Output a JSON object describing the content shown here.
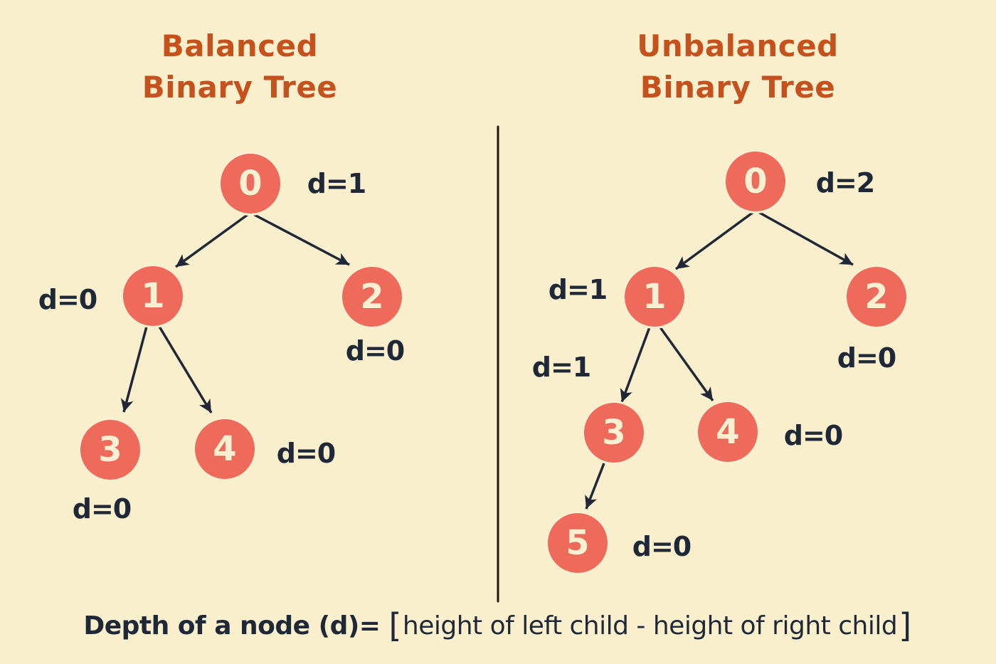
{
  "colors": {
    "background": "#FAEFCD",
    "node_fill": "#EE6A5A",
    "node_border": "#F9EFD1",
    "node_text": "#F9EFD1",
    "label_text": "#1E2836",
    "title_text": "#C5511C",
    "arrow": "#1E2836",
    "divider": "#2F0E0A"
  },
  "trees": [
    {
      "name": "balanced",
      "title_line1": "Balanced",
      "title_line2": "Binary Tree",
      "nodes": [
        {
          "value": "0",
          "depth": "d=1"
        },
        {
          "value": "1",
          "depth": "d=0"
        },
        {
          "value": "2",
          "depth": "d=0"
        },
        {
          "value": "3",
          "depth": "d=0"
        },
        {
          "value": "4",
          "depth": "d=0"
        }
      ],
      "edges": [
        "0→1",
        "0→2",
        "1→3",
        "1→4"
      ]
    },
    {
      "name": "unbalanced",
      "title_line1": "Unbalanced",
      "title_line2": "Binary Tree",
      "nodes": [
        {
          "value": "0",
          "depth": "d=2"
        },
        {
          "value": "1",
          "depth": "d=1"
        },
        {
          "value": "2",
          "depth": "d=0"
        },
        {
          "value": "3",
          "depth": "d=1"
        },
        {
          "value": "4",
          "depth": "d=0"
        },
        {
          "value": "5",
          "depth": "d=0"
        }
      ],
      "edges": [
        "0→1",
        "0→2",
        "1→3",
        "1→4",
        "3→5"
      ]
    }
  ],
  "formula": {
    "lhs": "Depth of a node (d)=",
    "open_bracket": "[",
    "body": "height of left child - height of right child",
    "close_bracket": "]"
  }
}
